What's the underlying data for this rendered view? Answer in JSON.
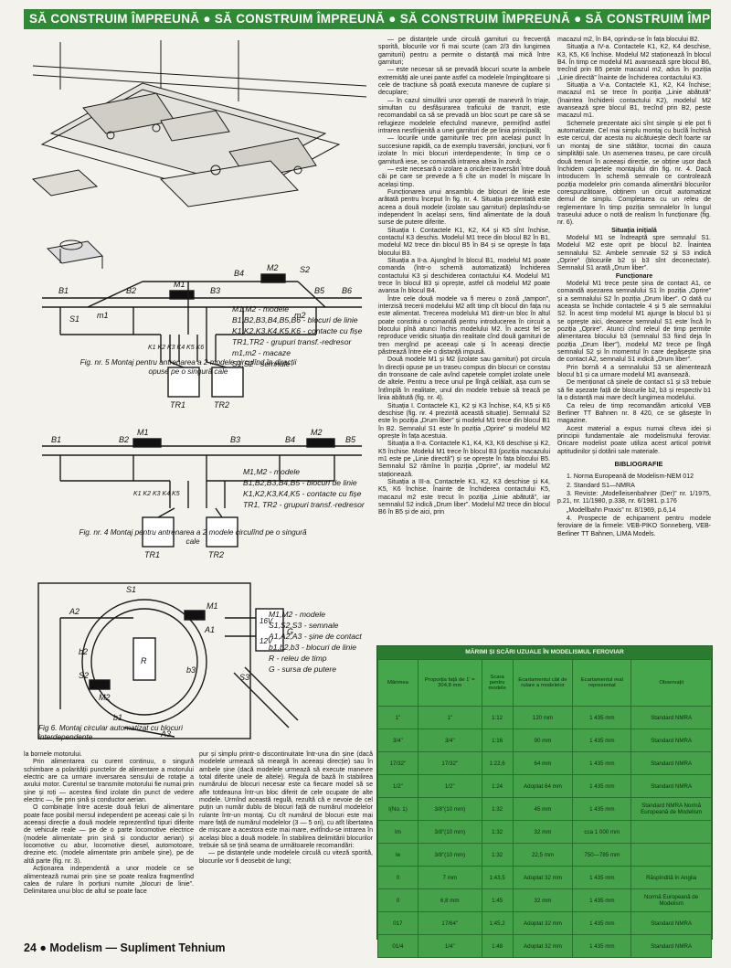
{
  "banner": {
    "text": "SĂ CONSTRUIM ÎMPREUNĂ ● SĂ CONSTRUIM ÎMPREUNĂ ● SĂ CONSTRUIM ÎMPREUNĂ ● SĂ CONSTRUIM ÎMPREUNĂ ● SĂ CONSTRUIM ÎMPREUNĂ"
  },
  "fig5": {
    "labels": {
      "b1": "B1",
      "b2": "B2",
      "b3": "B3",
      "b4": "B4",
      "b5": "B5",
      "b6": "B6",
      "m1": "M1",
      "m2": "M2",
      "mm1": "m1",
      "mm2": "m2",
      "s1": "S1",
      "s2": "S2",
      "tr1": "TR1",
      "tr2": "TR2",
      "k": "K1 K2 K3 K4 K5 K6"
    },
    "legend": [
      "M1,M2 - modele",
      "B1,B2,B3,B4,B5,B6 - blocuri de linie",
      "K1,K2,K3,K4,K5,K6 - contacte cu fișe",
      "TR1,TR2 - grupuri transf.-redresor",
      "m1,m2 - macaze",
      "S1,S2 - semnale"
    ],
    "caption": "Fig. nr. 5 Montaj pentru antrenarea a 2 modele circulînd în direcții opuse pe o singură cale"
  },
  "fig4": {
    "labels": {
      "b1": "B1",
      "b2": "B2",
      "b3": "B3",
      "b4": "B4",
      "b5": "B5",
      "m1": "M1",
      "m2": "M2",
      "tr1": "TR1",
      "tr2": "TR2",
      "k": "K1 K2 K3 K4 K5"
    },
    "legend": [
      "M1,M2 - modele",
      "B1,B2,B3,B4,B5 - blocuri de linie",
      "K1,K2,K3,K4,K5 - contacte cu fișe",
      "TR1, TR2 - grupuri transf.-redresor"
    ],
    "caption": "Fig. nr. 4 Montaj pentru antrenarea a 2 modele circulînd pe o singură cale"
  },
  "fig6": {
    "labels": {
      "s1": "S1",
      "s2": "S2",
      "s3": "S3",
      "a1": "A1",
      "a2": "A2",
      "a3": "A3",
      "m1": "M1",
      "m2": "M2",
      "b1": "b1",
      "b2": "b2",
      "b3": "b3",
      "r": "R",
      "g": "G",
      "v16": "16V",
      "v12": "12V"
    },
    "legend": [
      "M1,M2 - modele",
      "S1,S2,S3 - semnale",
      "A1,A2,A3 - șine de contact",
      "b1,b2,b3 - blocuri de linie",
      "R - releu de timp",
      "G - sursa de putere"
    ],
    "caption": "Fig 6. Montaj circular automatizat cu blocuri interdependente"
  },
  "col1": [
    "la bornele motorului.",
    "Prin alimentarea cu curent continuu, o singură schimbare a polarității punctelor de alimentare a motorului electric are ca urmare inversarea sensului de rotație a axului motor. Curentul se transmite motorului fie numai prin șine și roți — acestea fiind izolate din punct de vedere electric —, fie prin șină și conductor aerian.",
    "O combinație între aceste două feluri de alimentare poate face posibil mersul independent pe aceeași cale și în aceeași direcție a două modele reprezentînd tipuri diferite de vehicule reale — pe de o parte locomotive electrice (modele alimentate prin șină și conductor aerian) și locomotive cu abur, locomotive diesel, automotoare, drezine etc. (modele alimentate prin ambele șine), pe de altă parte (fig. nr. 3).",
    "Acționarea independentă a unor modele ce se alimentează numai prin șine se poate realiza fragmentînd calea de rulare în porțiuni numite „blocuri de linie”. Delimitarea unui bloc de altul se poate face"
  ],
  "col2": [
    "pur și simplu printr-o discontinuitate într-una din șine (dacă modelele urmează să meargă în aceeași direcție) sau în ambele șine (dacă modelele urmează să execute manevre total diferite unele de altele). Regula de bază în stabilirea numărului de blocuri necesar este ca fiecare model să se afle totdeauna într-un bloc diferit de cele ocupate de alte modele. Urmînd această regulă, rezultă că e nevoie de cel puțin un număr dublu de blocuri față de numărul modelelor rulante într-un montaj. Cu cît numărul de blocuri este mai mare față de numărul modelelor (3 — 5 ori), cu atît libertatea de mișcare a acestora este mai mare, evitîndu-se intrarea în același bloc a două modele. În stabilirea delimitării blocurilor trebuie să se țină seama de următoarele recomandări:",
    "— pe distanțele unde modelele circulă cu viteză sporită, blocurile vor fi deosebit de lungi;"
  ],
  "col3": [
    "— pe distanțele unde circulă garnituri cu frecvență sporită, blocurile vor fi mai scurte (cam 2/3 din lungimea garniturii) pentru a permite o distanță mai mică între garnituri;",
    "— este necesar să se prevadă blocuri scurte la ambele extremități ale unei pante astfel ca modelele împingătoare și cele de tracțiune să poată executa manevre de cuplare și decuplare;",
    "— în cazul simulării unor operații de manevră în triaje, simultan cu desfășurarea traficului de tranzit, este recomandabil ca să se prevadă un bloc scurt pe care să se refugieze modelele efectuînd manevre, permițînd astfel intrarea nestînjenită a unei garnituri de pe linia principală;",
    "— locurile unde garniturile trec prin același punct în succesiune rapidă, ca de exemplu traversări, joncțiuni, vor fi izolate în mici blocuri interdependente; în timp ce o garnitură iese, se comandă intrarea alteia în zonă;",
    "— este necesară o izolare a oricărei traversări între două căi pe care se prevede a fi cîte un model în mișcare în același timp.",
    "Funcționarea unui ansamblu de blocuri de linie este arătată pentru început în fig. nr. 4. Situația prezentată este aceea a două modele (izolate sau garnituri) deplasîndu-se independent în același sens, fiind alimentate de la două surse de putere diferite.",
    "Situația I. Contactele K1, K2, K4 și K5 sînt închise, contactul K3 deschis. Modelul M1 trece din blocul B2 în B1, modelul M2 trece din blocul B5 în B4 și se oprește în fața blocului B3.",
    "Situația a II-a. Ajungînd în blocul B1, modelul M1 poate comanda (într-o schemă automatizată) închiderea contactului K3 și deschiderea contactului K4. Modelul M1 trece în blocul B3 și oprește, astfel că modelul M2 poate avansa în blocul B4.",
    "Între cele două modele va fi mereu o zonă „tampon”, interzisă trecerii modelului M2 atît timp cît blocul din fața nu este alimentat. Trecerea modelului M1 dintr-un bloc în altul poate constitui o comandă pentru introducerea în circuit a blocului pînă atunci închis modelului M2. În acest fel se reproduce veridic situația din realitate cînd două garnituri de tren mergînd pe aceeași cale și în aceeași direcție păstrează între ele o distanță impusă.",
    "Două modele M1 și M2 (izolate sau garnituri) pot circula în direcții opuse pe un traseu compus din blocuri ce constau din tronsoane de cale avînd capetele complet izolate unele de altele. Pentru a trece unul pe lîngă celălalt, așa cum se întîmplă în realitate, unul din modele trebuie să treacă pe linia abătută (fig. nr. 4).",
    "Situația I. Contactele K1, K2 și K3 închise, K4, K5 și K6 deschise (fig. nr. 4 prezintă această situație). Semnalul S2 este în poziția „Drum liber” și modelul M1 trece din blocul B1 în B2. Semnalul S1 este în poziția „Oprire” și modelul M2 oprește în fața acestuia.",
    "Situația a II-a. Contactele K1, K4, K3, K6 deschise și K2, K5 închise. Modelul M1 trece în blocul B3 (poziția macazului m1 este pe „Linie directă”) și se oprește în fața blocului B5. Semnalul S2 rămîne în poziția „Oprire”, iar modelul M2 staționează.",
    "Situația a III-a. Contactele K1, K2, K3 deschise și K4, K5, K6 închise. Înainte de închiderea contactului K5, macazul m2 este trecut în poziția „Linie abătută”, iar semnalul S2 indică „Drum liber”. Modelul M2 trece din blocul B6 în B5 și de aici, prin"
  ],
  "col4": [
    "macazul m2, în B4, oprindu-se în fața blocului B2.",
    "Situația a IV-a. Contactele K1, K2, K4 deschise, K3, K5, K6 închise. Modelul M2 staționează în blocul B4. În timp ce modelul M1 avansează spre blocul B6, trecînd prin B5 peste macazul m2, adus în poziția „Linie directă” înainte de închiderea contactului K3.",
    "Situația a V-a. Contactele K1, K2, K4 închise; macazul m1 se trece în poziția „Linie abătută” (înaintea închiderii contactului K2), modelul M2 avansează spre blocul B1, trecînd prin B2, peste macazul m1.",
    "Schemele prezentate aici sînt simple și ele pot fi automatizate. Cel mai simplu montaj cu buclă închisă este cercul, dar acesta nu alcătuiește decît foarte rar un montaj de sine stătător, tocmai din cauza simplității sale. Un asemenea traseu, pe care circulă două trenuri în aceeași direcție, se obține ușor dacă închidem capetele montajului din fig. nr. 4. Dacă introducem în schemă semnale ce controlează poziția modelelor prin comanda alimentării blocurilor corespunzătoare, obținem un circuit automatizat demul de simplu. Completarea cu un releu de reglementare în timp poziția semnalelor în lungul traseului aduce o notă de realism în funcționare (fig. nr. 6).",
    "Situația inițială",
    "Modelul M1 se îndreaptă spre semnalul S1. Modelul M2 este oprit pe blocul b2. Înaintea semnalului S2. Ambele semnale S2 și S3 indică „Oprire” (blocurile b2 și b3 sînt deconectate). Semnalul S1 arată „Drum liber”.",
    "Funcționare",
    "Modelul M1 trece peste șina de contact A1, ce comandă așezarea semnalului S1 în poziția „Oprire” și a semnalului S2 în poziția „Drum liber”. O dată cu aceasta se închide contactele 4 și 5 ale semnalului S2. În acest timp modelul M1 ajunge la blocul b1 și se oprește aici, deoarece semnalul S1 este încă în poziția „Oprire”. Atunci cînd releul de timp permite alimentarea blocului b3 (semnalul S3 fiind deja în poziția „Drum liber”), modelul M2 trece pe lîngă semnalul S2 și în momentul în care depășește șina de contact A2, semnalul S1 indică „Drum liber”.",
    "Prin bornă 4 a semnalului S3 se alimentează blocul b1 și ca urmare modelul M1 avansează.",
    "De menționat că șinele de contact s1 și s3 trebuie să fie așezate față de blocurile b2, b3 și respectiv b1 la o distanță mai mare decît lungimea modelului.",
    "Ca releu de timp recomandăm articolul VEB Berliner TT Bahnen nr. 8 420, ce se găsește în magazine.",
    "Acest material a expus numai cîteva idei și principii fundamentale ale modelismului feroviar. Oricare modelist poate utiliza acest articol potrivit aptitudinilor și dotării sale materiale."
  ],
  "biblio": {
    "title": "BIBLIOGRAFIE",
    "items": [
      "1. Norma Europeană de Modelism-NEM 012",
      "2. Standard S1—NMRA",
      "3. Reviste: „Modelleisenbahner (Der)” nr. 1/1975, p.21, nr. 11/1980, p.338, nr. 6/1981. p.176",
      "„Modellbahn Praxis” nr. 8/1969, p.6,14",
      "4. Prospecte de echipament pentru modele feroviare de la firmele: VEB-PIKO Sonneberg, VEB-Berliner TT Bahnen, LIMA Models."
    ]
  },
  "table": {
    "title": "MĂRIMI ȘI SCĂRI UZUALE ÎN MODELISMUL FEROVIAR",
    "headers": [
      "Mărimea",
      "Proporția față de 1' = 304,8 mm",
      "Scara pentru modele",
      "Ecartamentul căii de rulare a modelelor",
      "Ecartamentul real reprezentat",
      "Observații"
    ],
    "rows": [
      [
        "1\"",
        "1\"",
        "1:12",
        "120 mm",
        "1 435 mm",
        "Standard NMRA"
      ],
      [
        "3/4\"",
        "3/4\"",
        "1:16",
        "90 mm",
        "1 435 mm",
        "Standard NMRA"
      ],
      [
        "17/32\"",
        "17/32\"",
        "1:22,6",
        "64 mm",
        "1 435 mm",
        "Standard NMRA"
      ],
      [
        "1/2\"",
        "1/2\"",
        "1:24",
        "Adoptat 64 mm",
        "1 435 mm",
        "Standard NMRA"
      ],
      [
        "I(No. 1)",
        "3/8\"(10 mm)",
        "1:32",
        "45 mm",
        "1 435 mm",
        "Standard NMRA Normă Europeană de Modelism"
      ],
      [
        "Im",
        "3/8\"(10 mm)",
        "1:32",
        "32 mm",
        "cca 1 000 mm",
        ""
      ],
      [
        "Ie",
        "3/8\"(10 mm)",
        "1:32",
        "22,5 mm",
        "750—785 mm",
        ""
      ],
      [
        "0",
        "7 mm",
        "1:43,5",
        "Adoptat 32 mm",
        "1 435 mm",
        "Răspîndită în Anglia"
      ],
      [
        "0",
        "6,8 mm",
        "1:45",
        "32 mm",
        "1 435 mm",
        "Normă Europeană de Modelism"
      ],
      [
        "017",
        "17/64\"",
        "1:45,2",
        "Adoptat 32 mm",
        "1 435 mm",
        "Standard NMRA"
      ],
      [
        "01/4",
        "1/4\"",
        "1:48",
        "Adoptat 32 mm",
        "1 435 mm",
        "Standard NMRA"
      ]
    ]
  },
  "footer": {
    "text": "24 ● Modelism — Supliment Tehnium"
  }
}
